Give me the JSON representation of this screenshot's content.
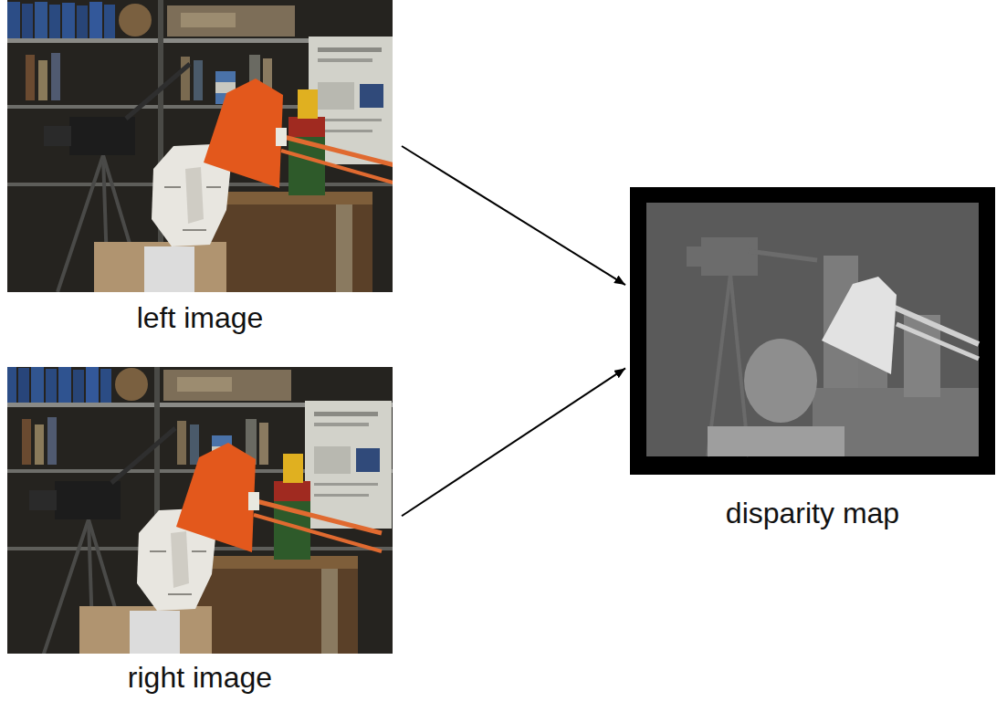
{
  "diagram": {
    "nodes": [
      {
        "text": [
          "left image"
        ]
      },
      {
        "text": [
          "right image"
        ]
      },
      {
        "text": [
          "disparity map"
        ]
      }
    ],
    "edges": [
      {
        "from": 0,
        "to": 2,
        "arrow": "to"
      },
      {
        "from": 1,
        "to": 2,
        "arrow": "to"
      }
    ]
  }
}
